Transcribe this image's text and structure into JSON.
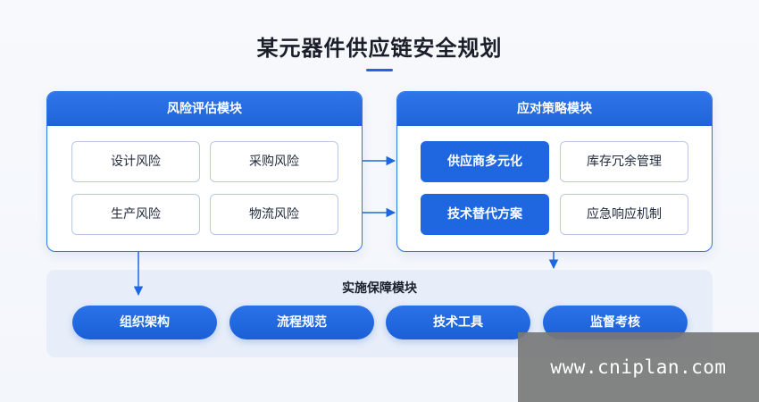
{
  "title": "某元器件供应链安全规划",
  "risk_module": {
    "heading": "风险评估模块",
    "items": [
      "设计风险",
      "采购风险",
      "生产风险",
      "物流风险"
    ]
  },
  "response_module": {
    "heading": "应对策略模块",
    "items": [
      "供应商多元化",
      "库存冗余管理",
      "技术替代方案",
      "应急响应机制"
    ]
  },
  "implementation_module": {
    "heading": "实施保障模块",
    "items": [
      "组织架构",
      "流程规范",
      "技术工具",
      "监督考核"
    ]
  },
  "colors": {
    "accent": "#1f67e0",
    "panel_border": "#2f75e8",
    "impl_bg": "#e7eef9"
  },
  "watermark": "www.cniplan.com"
}
